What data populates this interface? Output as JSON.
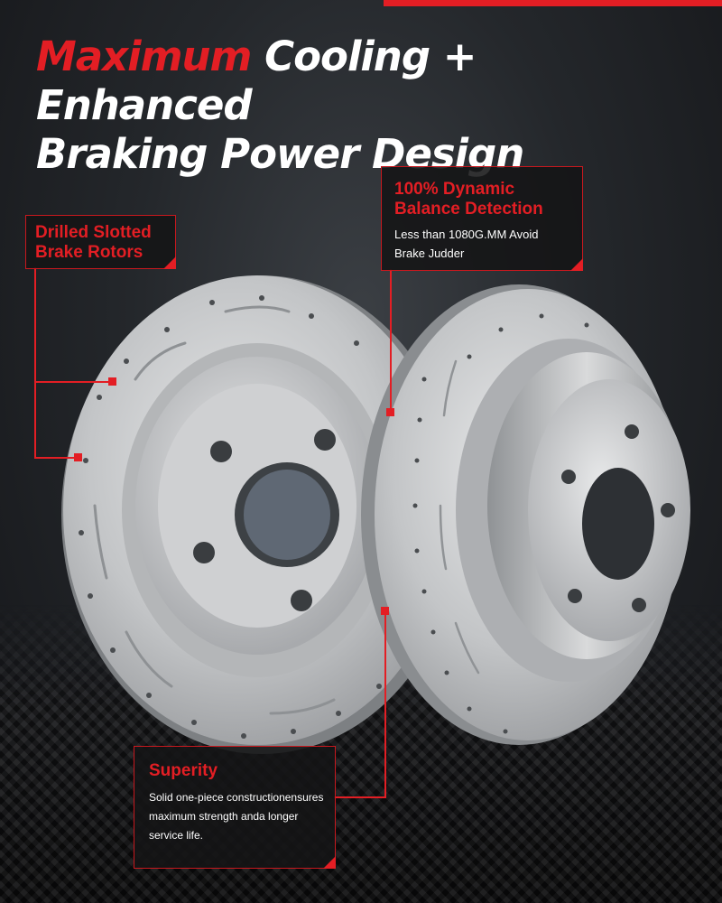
{
  "headline": {
    "accent": "Maximum",
    "rest_line1": " Cooling + Enhanced",
    "line2": "Braking Power Design"
  },
  "callouts": {
    "drilled": {
      "title_line1": "Drilled Slotted",
      "title_line2": "Brake Rotors"
    },
    "balance": {
      "title_line1": "100% Dynamic",
      "title_line2": "Balance Detection",
      "desc_line1": "Less than 1080G.MM Avoid",
      "desc_line2": "Brake Judder"
    },
    "superity": {
      "title": "Superity",
      "desc_line1": "Solid one-piece constructionensures",
      "desc_line2": "maximum strength anda longer",
      "desc_line3": "service life."
    }
  },
  "colors": {
    "accent": "#e31e24",
    "text": "#ffffff",
    "background": "#1c1e21"
  },
  "image": {
    "subject": "brake-rotor-pair-icon"
  }
}
